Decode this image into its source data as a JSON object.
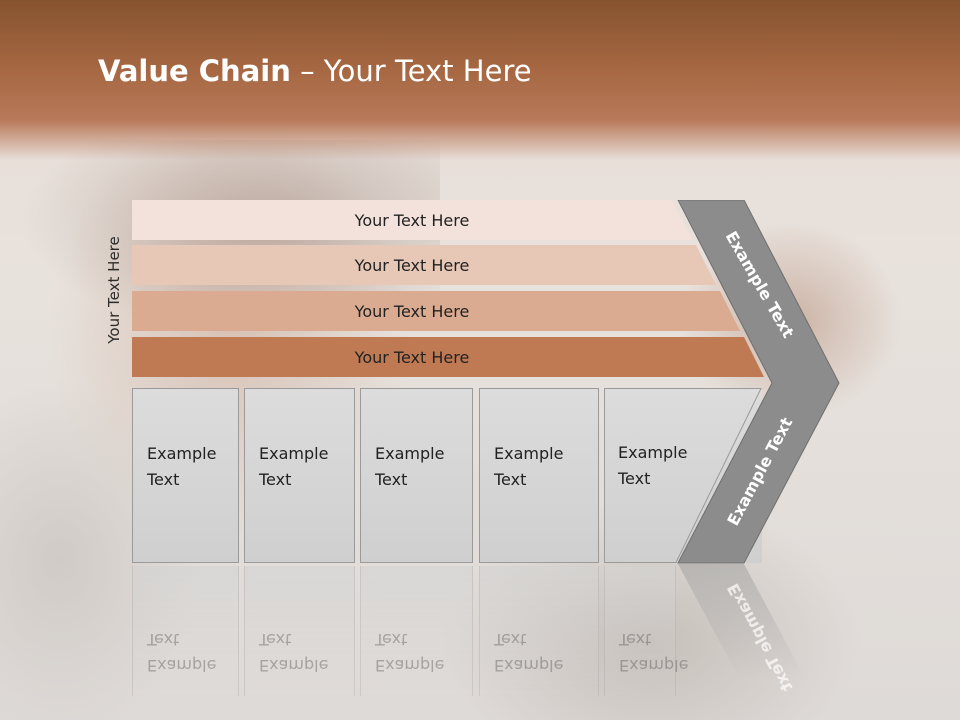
{
  "slide": {
    "title_bold": "Value Chain",
    "title_rest": " – Your Text Here",
    "vertical_label": "Your Text Here"
  },
  "rows": [
    {
      "label": "Your Text Here",
      "color": "#f3e2db"
    },
    {
      "label": "Your Text Here",
      "color": "#e7c7b6"
    },
    {
      "label": "Your Text Here",
      "color": "#dbab91"
    },
    {
      "label": "Your Text Here",
      "color": "#bf7a54"
    }
  ],
  "columns": [
    {
      "line1": "Example",
      "line2": "Text"
    },
    {
      "line1": "Example",
      "line2": "Text"
    },
    {
      "line1": "Example",
      "line2": "Text"
    },
    {
      "line1": "Example",
      "line2": "Text"
    },
    {
      "line1": "Example",
      "line2": "Text"
    }
  ],
  "chevron": {
    "upper_label": "Example Text",
    "lower_label": "Example Text",
    "color": "#8c8c8c"
  },
  "colors": {
    "header": "#a76843",
    "column_fill": "#d6d6d6"
  }
}
